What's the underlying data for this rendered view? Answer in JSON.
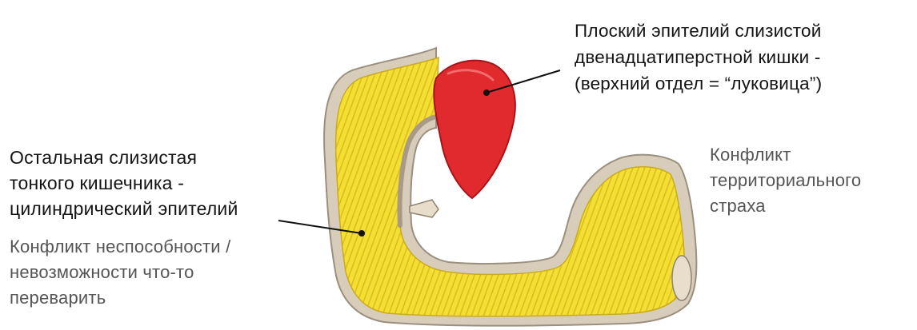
{
  "labels": {
    "top_right": [
      "Плоский эпителий слизистой",
      "двенадцатиперстной кишки -",
      "(верхний отдел = “луковица”)"
    ],
    "left_main": [
      "Остальная слизистая",
      "тонкого кишечника -",
      "цилиндрический эпителий"
    ],
    "left_conflict": [
      "Конфликт неспособности /",
      "невозможности что-то",
      "переварить"
    ],
    "right_conflict": [
      "Конфликт",
      "территориального",
      "страха"
    ]
  },
  "colors": {
    "bulb": "#e12a2e",
    "mucosa": "#f2dc2c",
    "wall": "#cfc3b2",
    "text_dark": "#141414",
    "text_grey": "#555555"
  }
}
